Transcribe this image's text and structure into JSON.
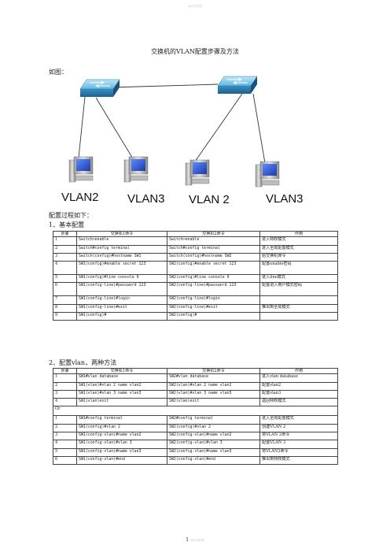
{
  "header_mark": "word文档",
  "title": "交换机的VLAN配置步骤及方法",
  "figure_label": "如图：",
  "diagram": {
    "vlan_labels": [
      "VLAN2",
      "VLAN3",
      "VLAN 2",
      "VLAN3"
    ]
  },
  "config_intro": "配置过程如下：",
  "section1_title": "1、基本配置",
  "table1": {
    "headers": [
      "步骤",
      "交换机1命令",
      "交换机2命令",
      "作用"
    ],
    "rows": [
      [
        "1",
        "Switch>enable",
        "Switch>enable",
        "进入特权模式"
      ],
      [
        "2",
        "Switch#config terminal",
        "Switch#config terminal",
        "进入全局配置模式"
      ],
      [
        "3",
        "Switch(config)#hostname SW1",
        "Switch(config)#hostname SW2",
        "给交换机命令"
      ],
      [
        "4",
        "SW1(config)#enable secret 123",
        "SW2(config)#enable secret 123",
        "配置enable密码"
      ],
      [
        "5",
        "SW1(config)#line console 0",
        "SW2(config)#line console 0",
        "进入line模式"
      ],
      [
        "6",
        "SW1(config-line)#password 123",
        "SW2(config-line)#password 123",
        "配置进入用户模式密码"
      ],
      [
        "7",
        "SW1(config-line)#login",
        "SW2(config-line)#login",
        ""
      ],
      [
        "8",
        "SW1(config-line)#exit",
        "SW2(config-line)#exit",
        "推出到全局模式"
      ],
      [
        "9",
        "SW1(config)#",
        "SW2(config)#",
        ""
      ]
    ]
  },
  "section2_title": "2、配置vlan，两种方法",
  "table2": {
    "headers": [
      "步骤",
      "交换机1命令",
      "交换机2命令",
      "作用"
    ],
    "rows_a": [
      [
        "1",
        "SW1#vlan database",
        "SW2#vlan database",
        "进入vlan database"
      ],
      [
        "2",
        "SW1(vlan)#vlan 2 name vlan2",
        "SW2(vlan)#vlan 2 name vlan2",
        "配置vlan2"
      ],
      [
        "3",
        "SW1(vlan)#vlan 3 name vlan3",
        "SW2(vlan)#vlan 3 name vlan3",
        "配置vlan3"
      ],
      [
        "4",
        "SW1(vlan)exit",
        "SW2(vlan)exit",
        "返回特权模式"
      ]
    ],
    "or_label": "Or",
    "rows_b": [
      [
        "1",
        "SW1#config terminal",
        "SW2#config terminal",
        "进入全局配置模式"
      ],
      [
        "2",
        "SW1(config)#vlan 2",
        "SW2(config)#vlan 2",
        "创建VLAN 2"
      ],
      [
        "3",
        "SW1(config-vlan)#name vlan2",
        "SW2(config-vlan)#name vlan2",
        "将VLAN 2命令"
      ],
      [
        "4",
        "SW1(config-vlan)#vlan 3",
        "SW2(config-vlan)#vlan 3",
        "配置VLAN 3"
      ],
      [
        "5",
        "SW1(config-vlan)#name vlan3",
        "SW2(config-vlan)#name vlan3",
        "将VLAN3命令"
      ],
      [
        "6",
        "SW1(config-vlan)#end",
        "SW2(config-vlan)#end",
        "推出到特权模式"
      ]
    ]
  },
  "page_number": "1",
  "footer_mark": "word文档"
}
